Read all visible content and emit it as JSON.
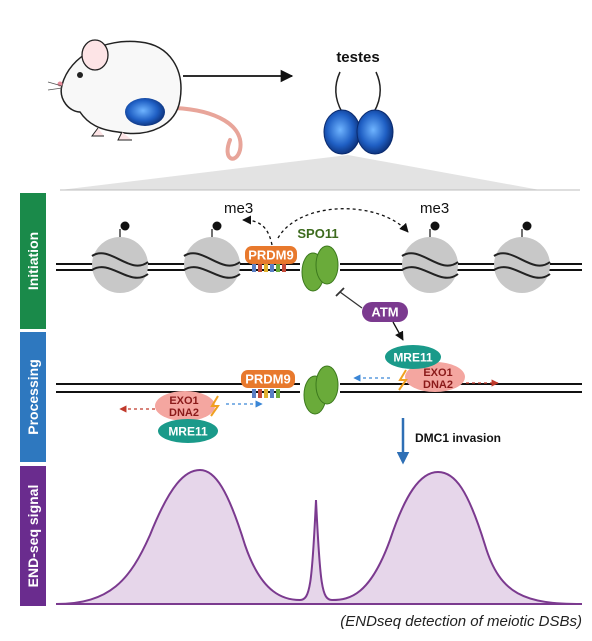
{
  "header": {
    "organ_label": "testes"
  },
  "stages": [
    {
      "label": "Initiation",
      "color": "#1a8a4a"
    },
    {
      "label": "Processing",
      "color": "#2e78bf"
    },
    {
      "label": "END-seq signal",
      "color": "#6a2c8e"
    }
  ],
  "initiation": {
    "mark_left": "me3",
    "mark_right": "me3",
    "prdm9": "PRDM9",
    "spo11": "SPO11",
    "atm": "ATM"
  },
  "processing": {
    "prdm9": "PRDM9",
    "right_complex": {
      "mre11": "MRE11",
      "exo1": "EXO1",
      "dna2": "DNA2"
    },
    "left_complex": {
      "mre11": "MRE11",
      "exo1": "EXO1",
      "dna2": "DNA2"
    },
    "dmc1": "DMC1 invasion"
  },
  "colors": {
    "prdm9": "#e8792d",
    "spo11": "#6aab3a",
    "atm": "#7b3a8f",
    "mre11": "#1a9a8a",
    "exo1": "#f4a6a0",
    "peak_fill": "#e6d6ea",
    "peak_line": "#7b3a8f"
  },
  "caption": "(ENDseq detection of meiotic DSBs)"
}
